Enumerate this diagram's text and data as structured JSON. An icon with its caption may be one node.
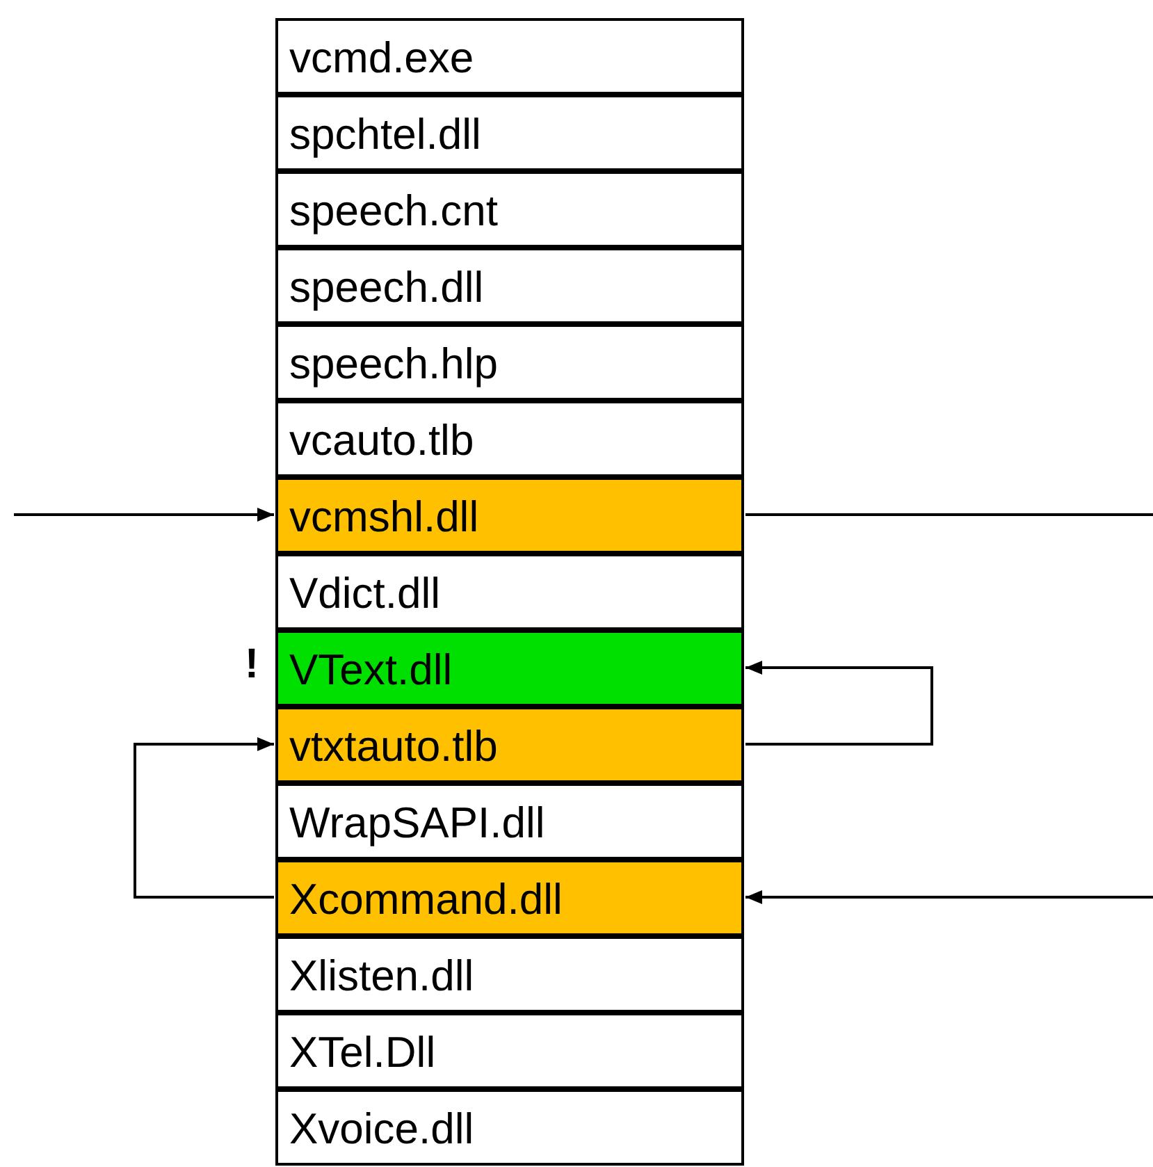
{
  "diagram": {
    "nodes": [
      {
        "text": [
          "vcmd.exe"
        ]
      },
      {
        "text": [
          "spchtel.dll"
        ]
      },
      {
        "text": [
          "speech.cnt"
        ]
      },
      {
        "text": [
          "speech.dll"
        ]
      },
      {
        "text": [
          "speech.hlp"
        ]
      },
      {
        "text": [
          "vcauto.tlb"
        ]
      },
      {
        "text": [
          "vcmshl.dll"
        ]
      },
      {
        "text": [
          "Vdict.dll"
        ]
      },
      {
        "text": [
          "VText.dll"
        ],
        "beside": [
          "!"
        ]
      },
      {
        "text": [
          "vtxtauto.tlb"
        ]
      },
      {
        "text": [
          "WrapSAPI.dll"
        ]
      },
      {
        "text": [
          "Xcommand.dll"
        ]
      },
      {
        "text": [
          "Xlisten.dll"
        ]
      },
      {
        "text": [
          "XTel.Dll"
        ]
      },
      {
        "text": [
          "Xvoice.dll"
        ]
      }
    ],
    "edges": [
      {
        "from": null,
        "to": 6,
        "arrow": "to"
      },
      {
        "from": 6,
        "to": null,
        "arrow": "none"
      },
      {
        "from": 9,
        "to": 8,
        "arrow": "to"
      },
      {
        "from": 11,
        "to": 9,
        "arrow": "to"
      },
      {
        "from": null,
        "to": 11,
        "arrow": "to"
      }
    ]
  }
}
